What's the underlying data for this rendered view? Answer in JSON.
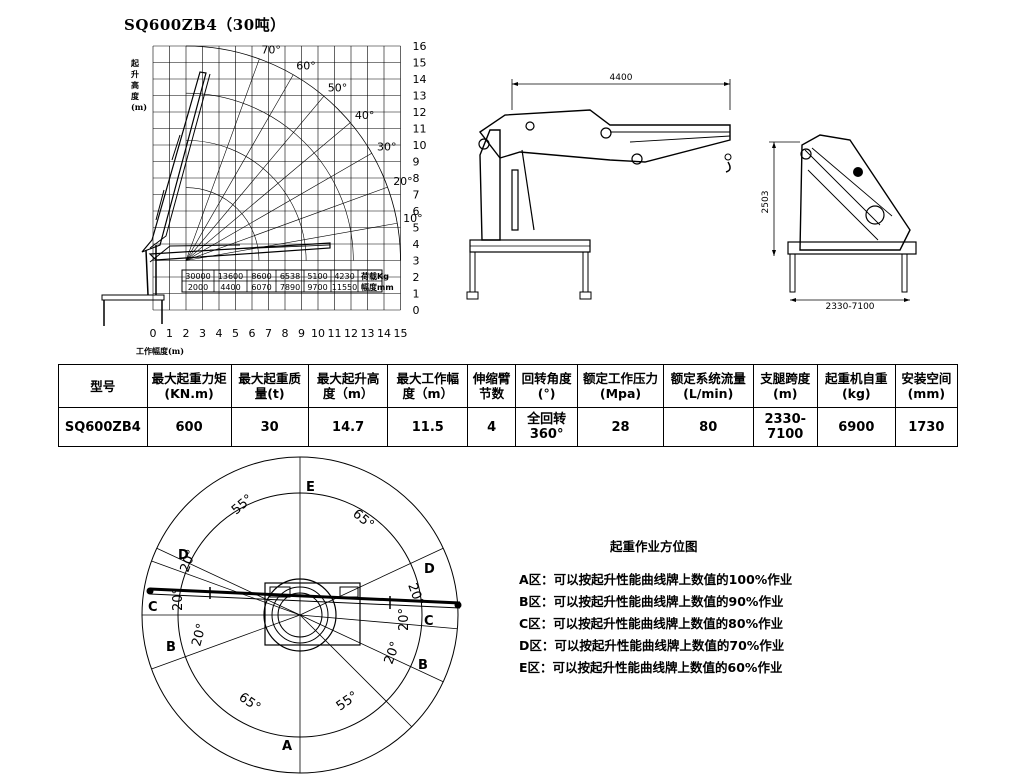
{
  "title": "SQ600ZB4（30吨）",
  "load_chart": {
    "y_axis_label": "起升高度(m)",
    "x_axis_label": "工作幅度(m)",
    "y_ticks": [
      "0",
      "1",
      "2",
      "3",
      "4",
      "5",
      "6",
      "7",
      "8",
      "9",
      "10",
      "11",
      "12",
      "13",
      "14",
      "15",
      "16"
    ],
    "x_ticks": [
      "0",
      "1",
      "2",
      "3",
      "4",
      "5",
      "6",
      "7",
      "8",
      "9",
      "10",
      "11",
      "12",
      "13",
      "14",
      "15"
    ],
    "angles": [
      "70°",
      "60°",
      "50°",
      "40°",
      "30°",
      "20°",
      "10°"
    ],
    "capacity_row_loads": [
      "30000",
      "13600",
      "8600",
      "6538",
      "5100",
      "4230"
    ],
    "capacity_row_radii": [
      "2000",
      "4400",
      "6070",
      "7890",
      "9700",
      "11550"
    ],
    "capacity_load_label": "荷载Kg",
    "capacity_radius_label": "幅度mm"
  },
  "side_view": {
    "dim_width": "4400"
  },
  "front_view": {
    "dim_height": "2503",
    "dim_span": "2330-7100"
  },
  "spec_table": {
    "headers": [
      [
        "型号"
      ],
      [
        "最大起重力矩",
        "(KN.m)"
      ],
      [
        "最大起重质",
        "量(t)"
      ],
      [
        "最大起升高",
        "度（m）"
      ],
      [
        "最大工作幅",
        "度（m）"
      ],
      [
        "伸缩臂",
        "节数"
      ],
      [
        "回转角度",
        "(°)"
      ],
      [
        "额定工作压力",
        "(Mpa)"
      ],
      [
        "额定系统流量",
        "(L/min)"
      ],
      [
        "支腿跨度",
        "(m)"
      ],
      [
        "起重机自重",
        "(kg)"
      ],
      [
        "安装空间",
        "(mm)"
      ]
    ],
    "row": [
      [
        "SQ600ZB4"
      ],
      [
        "600"
      ],
      [
        "30"
      ],
      [
        "14.7"
      ],
      [
        "11.5"
      ],
      [
        "4"
      ],
      [
        "全回转",
        "360°"
      ],
      [
        "28"
      ],
      [
        "80"
      ],
      [
        "2330-7100"
      ],
      [
        "6900"
      ],
      [
        "1730"
      ]
    ]
  },
  "zone_diagram": {
    "zone_letters": {
      "A": "A",
      "B_left": "B",
      "B_right": "B",
      "C_left": "C",
      "C_right": "C",
      "D_left": "D",
      "D_right": "D",
      "E": "E"
    },
    "angle_labels": {
      "a55_top": "55°",
      "a65_top": "65°",
      "a20_dl": "20°",
      "a20_cl": "20°",
      "a20_bl": "20°",
      "a20_dr": "20°",
      "a20_cr": "20°",
      "a20_br": "20°",
      "a65_bot": "65°",
      "a55_bot": "55°"
    }
  },
  "zone_legend": {
    "title": "起重作业方位图",
    "items": [
      "A区：可以按起升性能曲线牌上数值的100%作业",
      "B区：可以按起升性能曲线牌上数值的90%作业",
      "C区：可以按起升性能曲线牌上数值的80%作业",
      "D区：可以按起升性能曲线牌上数值的70%作业",
      "E区：可以按起升性能曲线牌上数值的60%作业"
    ]
  }
}
